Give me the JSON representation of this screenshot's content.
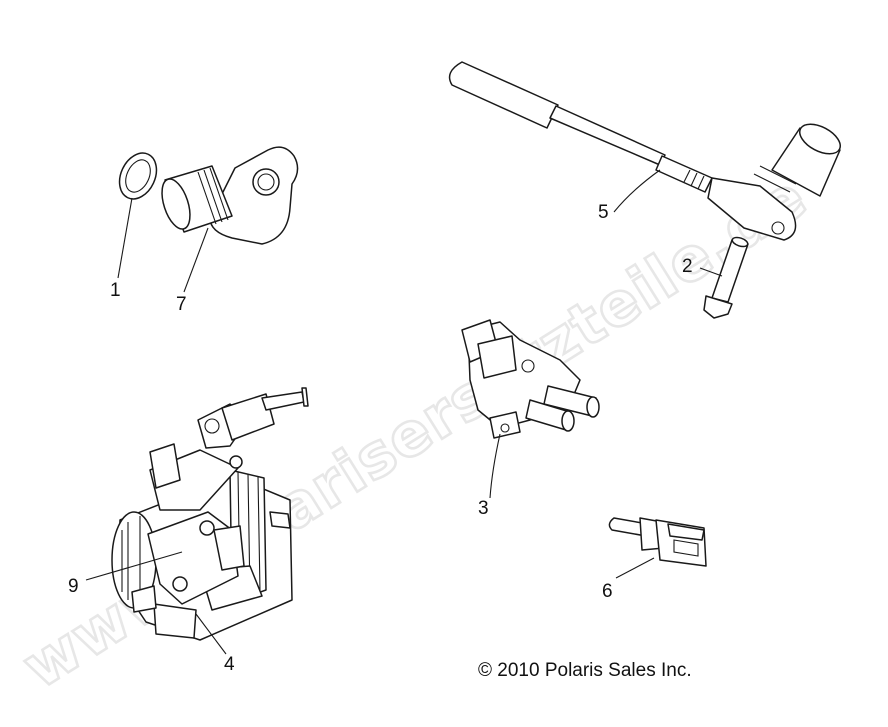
{
  "watermark": "www.polarisersatzteile.de",
  "copyright": "© 2010 Polaris Sales Inc.",
  "callouts": [
    "1",
    "7",
    "5",
    "2",
    "3",
    "9",
    "4",
    "6"
  ],
  "parts": [
    {
      "id": "o-ring",
      "callout": "1"
    },
    {
      "id": "cam-position-sensor",
      "callout": "7"
    },
    {
      "id": "speed-sensor-cable",
      "callout": "5"
    },
    {
      "id": "flange-bolt",
      "callout": "2"
    },
    {
      "id": "idle-air-valve",
      "callout": "3"
    },
    {
      "id": "throttle-position-sensor",
      "callout": "9"
    },
    {
      "id": "throttle-body",
      "callout": "4"
    },
    {
      "id": "temperature-sensor",
      "callout": "6"
    }
  ]
}
